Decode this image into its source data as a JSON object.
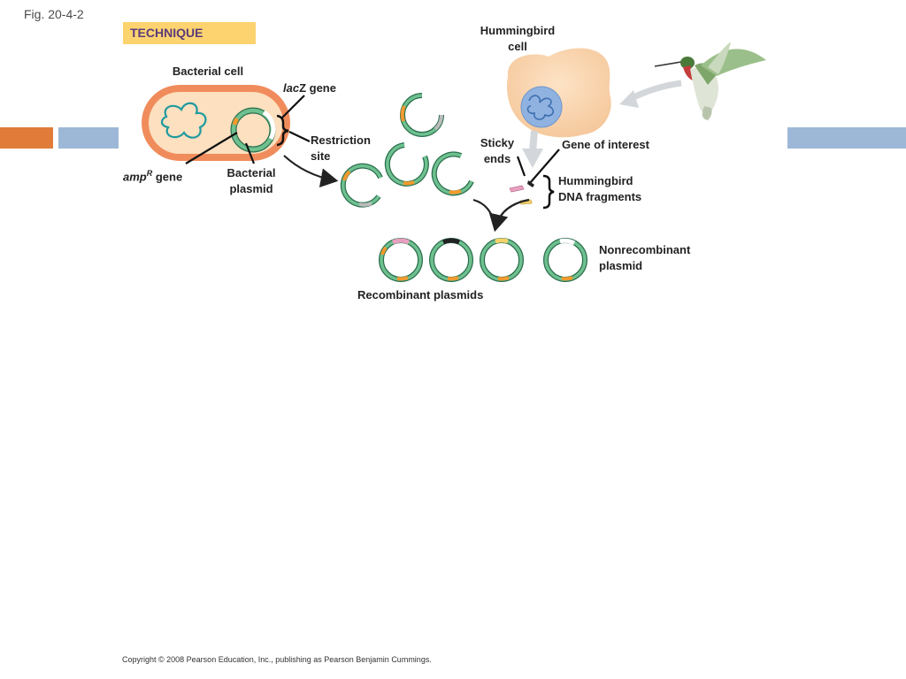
{
  "figure_label": "Fig. 20-4-2",
  "header": {
    "technique": "TECHNIQUE"
  },
  "labels": {
    "bacterial_cell": "Bacterial cell",
    "lacz_gene_italic": "lac",
    "lacz_gene_rest": "Z gene",
    "restriction_site_1": "Restriction",
    "restriction_site_2": "site",
    "ampr_gene_italic": "amp",
    "ampr_gene_sup": "R",
    "ampr_gene_rest": "gene",
    "bacterial_plasmid_1": "Bacterial",
    "bacterial_plasmid_2": "plasmid",
    "hummingbird_cell_1": "Hummingbird",
    "hummingbird_cell_2": "cell",
    "sticky_ends_1": "Sticky",
    "sticky_ends_2": "ends",
    "gene_of_interest": "Gene of interest",
    "dna_fragments_1": "Hummingbird",
    "dna_fragments_2": "DNA fragments",
    "nonrecombinant_1": "Nonrecombinant",
    "nonrecombinant_2": "plasmid",
    "recombinant_plasmids": "Recombinant plasmids"
  },
  "colors": {
    "bar_orange": "#e07b39",
    "bar_blue": "#9cb8d6",
    "plasmid_green": "#5aa77a",
    "amp_orange": "#f29a2e",
    "insert_pink": "#e8a0c0",
    "insert_yellow": "#f5d36a",
    "cell_orange": "#f5c79a",
    "nucleus_blue": "#8fb2e0"
  },
  "copyright": "Copyright © 2008 Pearson Education, Inc., publishing as Pearson Benjamin Cummings."
}
